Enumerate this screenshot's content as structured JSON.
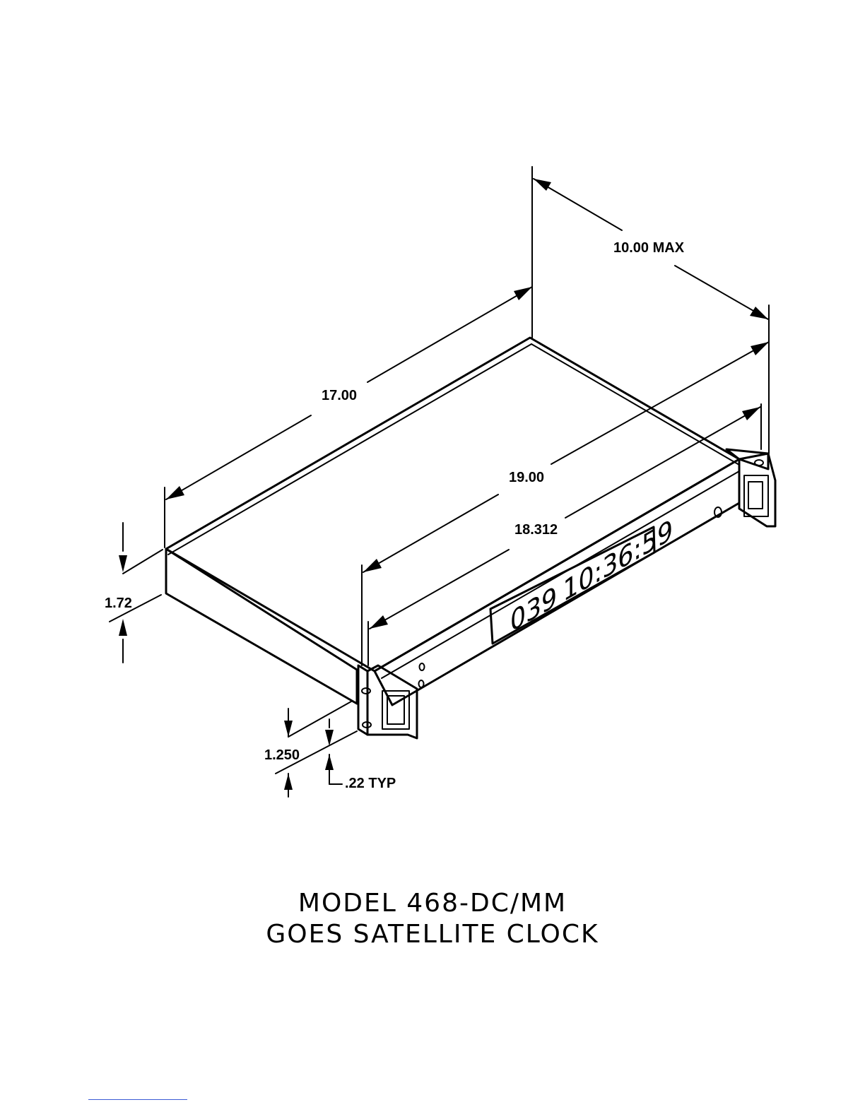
{
  "dimensions": {
    "depth": "10.00 MAX",
    "length": "17.00",
    "overall_width": "19.00",
    "mounting_width": "18.312",
    "height": "1.72",
    "hole_spacing": "1.250",
    "hole_size": ".22 TYP"
  },
  "front_display": {
    "day": "039",
    "time": "10:36:59"
  },
  "caption": {
    "line1": "MODEL 468-DC/MM",
    "line2": "GOES SATELLITE CLOCK"
  },
  "colors": {
    "ink": "#000000",
    "paper": "#ffffff",
    "footer_rule": "#3b5bd6"
  }
}
